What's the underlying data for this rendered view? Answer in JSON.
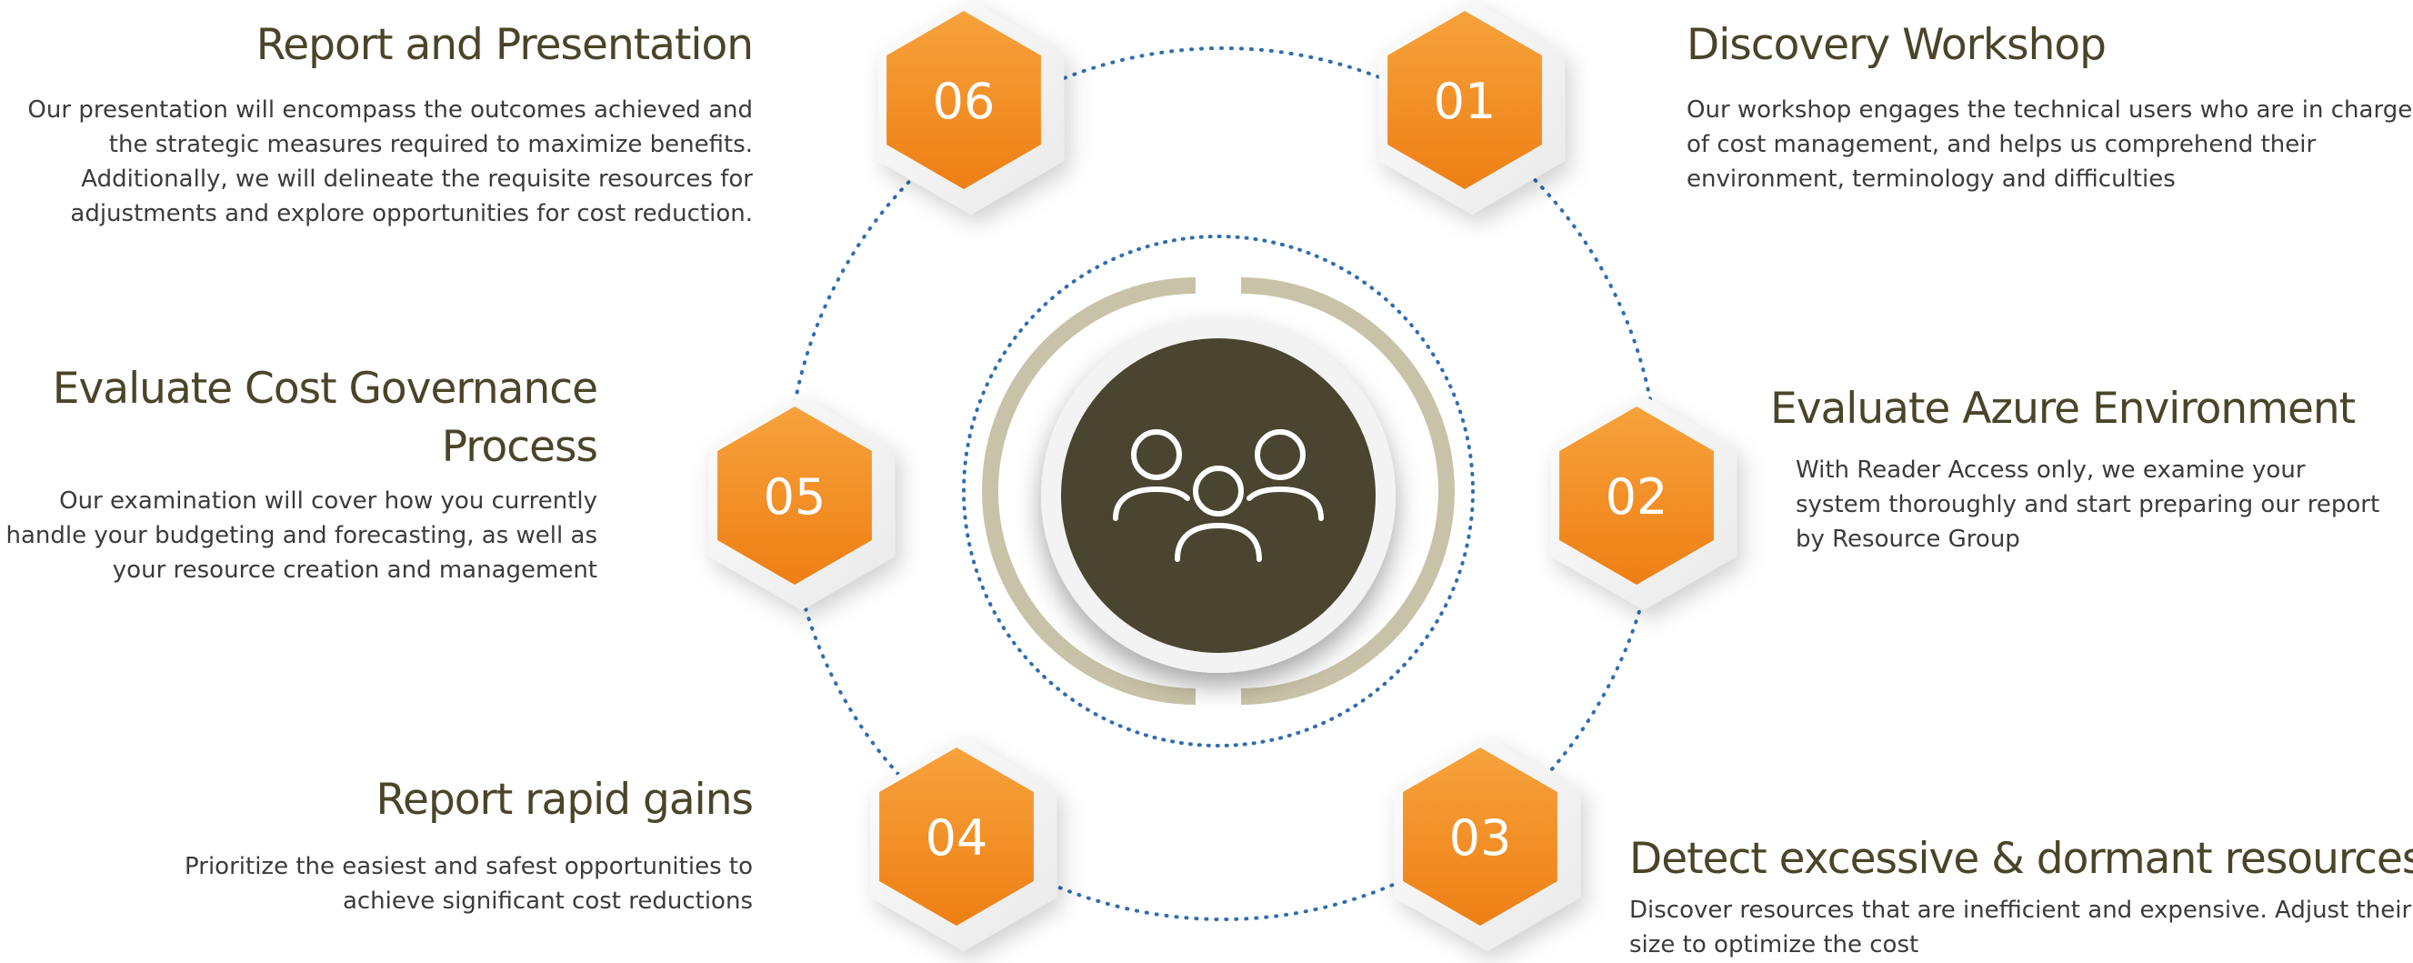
{
  "colors": {
    "accent_orange": "#f28a1f",
    "center_dark": "#4a4530",
    "ring_beige": "#c8c3a8",
    "connector_blue": "#2e6db0",
    "title_text": "#4a4528"
  },
  "center": {
    "icon": "people-group-icon"
  },
  "steps": [
    {
      "number": "01",
      "title": "Discovery Workshop",
      "lines": [
        "Our workshop engages the technical users who are in charge",
        "of cost management, and helps us comprehend their",
        "environment, terminology and difficulties"
      ]
    },
    {
      "number": "02",
      "title": "Evaluate Azure Environment",
      "lines": [
        "With Reader Access only, we examine your",
        "system thoroughly and start preparing our report",
        "by Resource Group"
      ]
    },
    {
      "number": "03",
      "title": "Detect excessive & dormant resources",
      "lines": [
        "Discover resources that are inefficient and expensive. Adjust their",
        "size to optimize the cost"
      ]
    },
    {
      "number": "04",
      "title": "Report rapid gains",
      "lines": [
        "Prioritize the easiest and safest opportunities  to",
        "achieve significant cost reductions"
      ]
    },
    {
      "number": "05",
      "title_lines": [
        "Evaluate Cost Governance",
        "Process"
      ],
      "lines": [
        "Our examination will cover how you currently",
        "handle your budgeting and forecasting, as well as",
        "your resource creation and management"
      ]
    },
    {
      "number": "06",
      "title": "Report and Presentation",
      "lines": [
        "Our presentation will encompass the outcomes achieved and",
        "the strategic measures required to maximize benefits.",
        "Additionally, we will delineate the requisite resources for",
        "adjustments and explore opportunities for cost reduction."
      ]
    }
  ]
}
